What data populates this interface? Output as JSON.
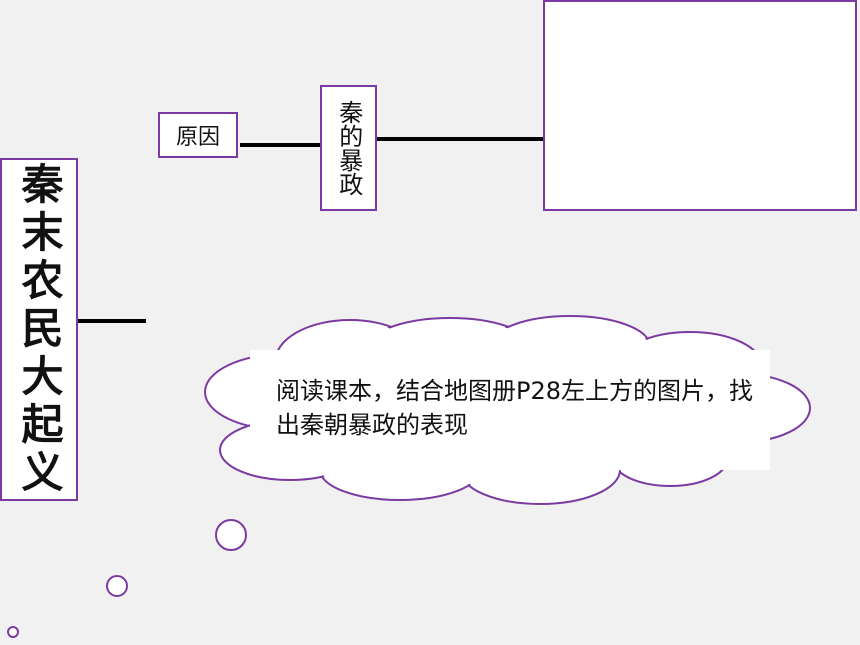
{
  "title_vertical": "秦末农民大起义",
  "cause_label": "原因",
  "cause_detail_label": "秦的暴政",
  "cloud_prompt": "阅读课本，结合地图册P28左上方的图片，找出秦朝暴政的表现",
  "accent_color": "#7b3aa1"
}
